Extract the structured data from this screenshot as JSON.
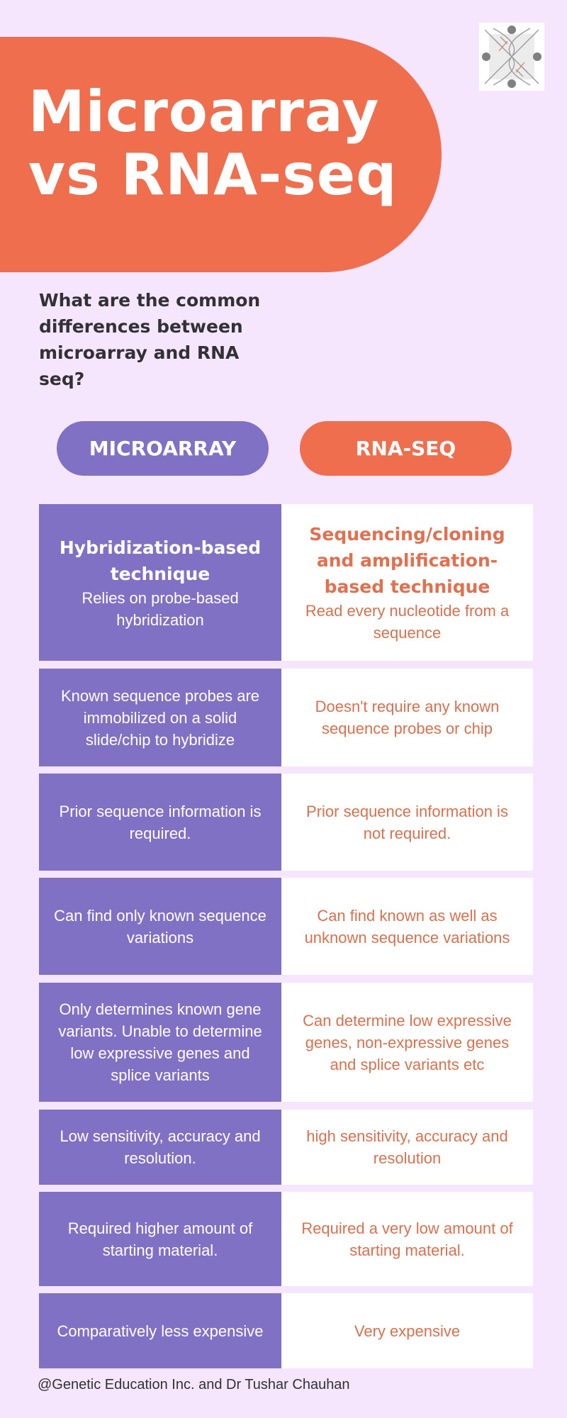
{
  "header": {
    "title_line1": "Microarray",
    "title_line2": "vs RNA-seq",
    "logo_icon": "dna-helix-logo-icon"
  },
  "subtitle": "What are the common differences between microarray and RNA seq?",
  "columns": {
    "left_label": "MICROARRAY",
    "right_label": "RNA-SEQ"
  },
  "colors": {
    "background": "#f5e6fd",
    "accent_orange": "#ef6e4d",
    "accent_purple": "#8171c5",
    "right_text": "#d9704f",
    "dark_text": "#333036"
  },
  "rows": [
    {
      "left_head": "Hybridization-based technique",
      "left": "Relies on probe-based hybridization",
      "right_head": "Sequencing/cloning and amplification-based technique",
      "right": "Read every nucleotide from a sequence"
    },
    {
      "left": "Known sequence probes are immobilized on a solid slide/chip to hybridize",
      "right": "Doesn't require any known sequence probes or chip"
    },
    {
      "left": "Prior sequence information is required.",
      "right": "Prior sequence information is not required."
    },
    {
      "left": "Can find only known sequence variations",
      "right": "Can find known as well as unknown sequence variations"
    },
    {
      "left": "Only determines known gene variants. Unable to determine low expressive genes and splice variants",
      "right": "Can determine low expressive genes, non-expressive genes and splice variants etc"
    },
    {
      "left": "Low sensitivity, accuracy and resolution.",
      "right": "high sensitivity, accuracy and resolution"
    },
    {
      "left": "Required higher amount of starting material.",
      "right": "Required a very low amount of starting material."
    },
    {
      "left": "Comparatively less expensive",
      "right": "Very expensive"
    }
  ],
  "footer": "@Genetic Education Inc. and Dr Tushar Chauhan"
}
